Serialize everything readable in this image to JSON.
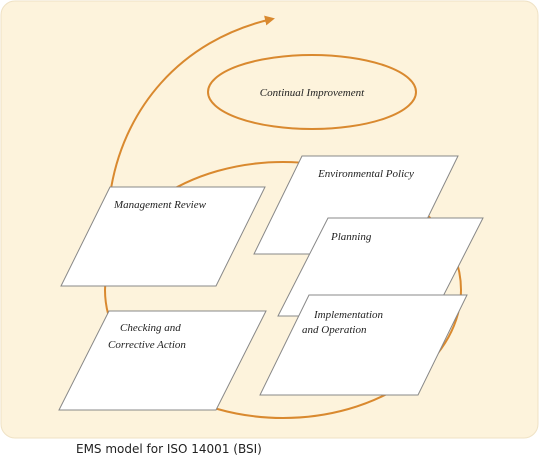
{
  "diagram": {
    "top_label": "Continual Improvement",
    "nodes": {
      "environmental_policy": "Environmental Policy",
      "planning": "Planning",
      "implementation": [
        "Implementation",
        "and Operation"
      ],
      "checking": [
        "Checking and",
        "Corrective Action"
      ],
      "management_review": "Management Review"
    },
    "colors": {
      "panel_background": "#fdf3dc",
      "cycle_stroke": "#d9892f",
      "box_fill": "#ffffff",
      "box_stroke": "#888888"
    }
  },
  "caption": "EMS model for ISO 14001 (BSI)"
}
